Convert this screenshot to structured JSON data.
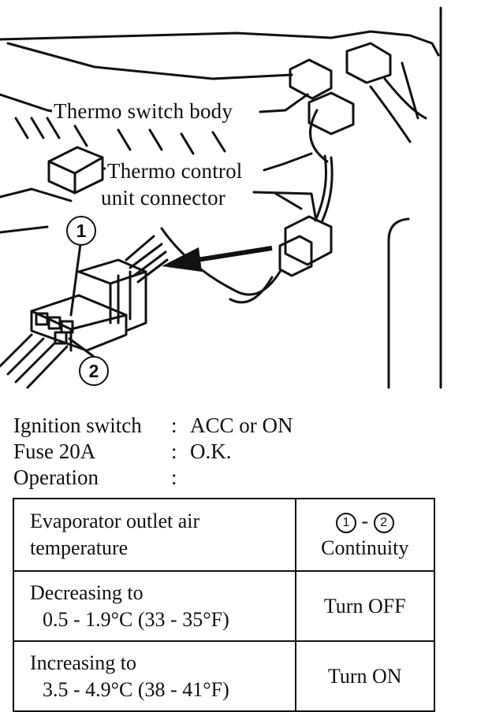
{
  "figure": {
    "callouts": {
      "thermo_switch_body": "Thermo switch body",
      "thermo_control_line1": "Thermo control",
      "thermo_control_line2": "unit connector"
    },
    "terminal_1": "1",
    "terminal_2": "2"
  },
  "conditions": [
    {
      "label": "Ignition switch",
      "colon": ":",
      "value": "ACC or ON"
    },
    {
      "label": "Fuse 20A",
      "colon": ":",
      "value": "O.K."
    },
    {
      "label": "Operation",
      "colon": ":",
      "value": ""
    }
  ],
  "table": {
    "header": {
      "col1_line1": "Evaporator outlet air",
      "col1_line2": "temperature",
      "col2_terminal_a": "1",
      "col2_dash": " - ",
      "col2_terminal_b": "2",
      "col2_line2": "Continuity"
    },
    "rows": [
      {
        "line1": "Decreasing to",
        "line2": "0.5 - 1.9°C (33 - 35°F)",
        "result": "Turn OFF"
      },
      {
        "line1": "Increasing to",
        "line2": "3.5 - 4.9°C (38 - 41°F)",
        "result": "Turn ON"
      }
    ]
  }
}
